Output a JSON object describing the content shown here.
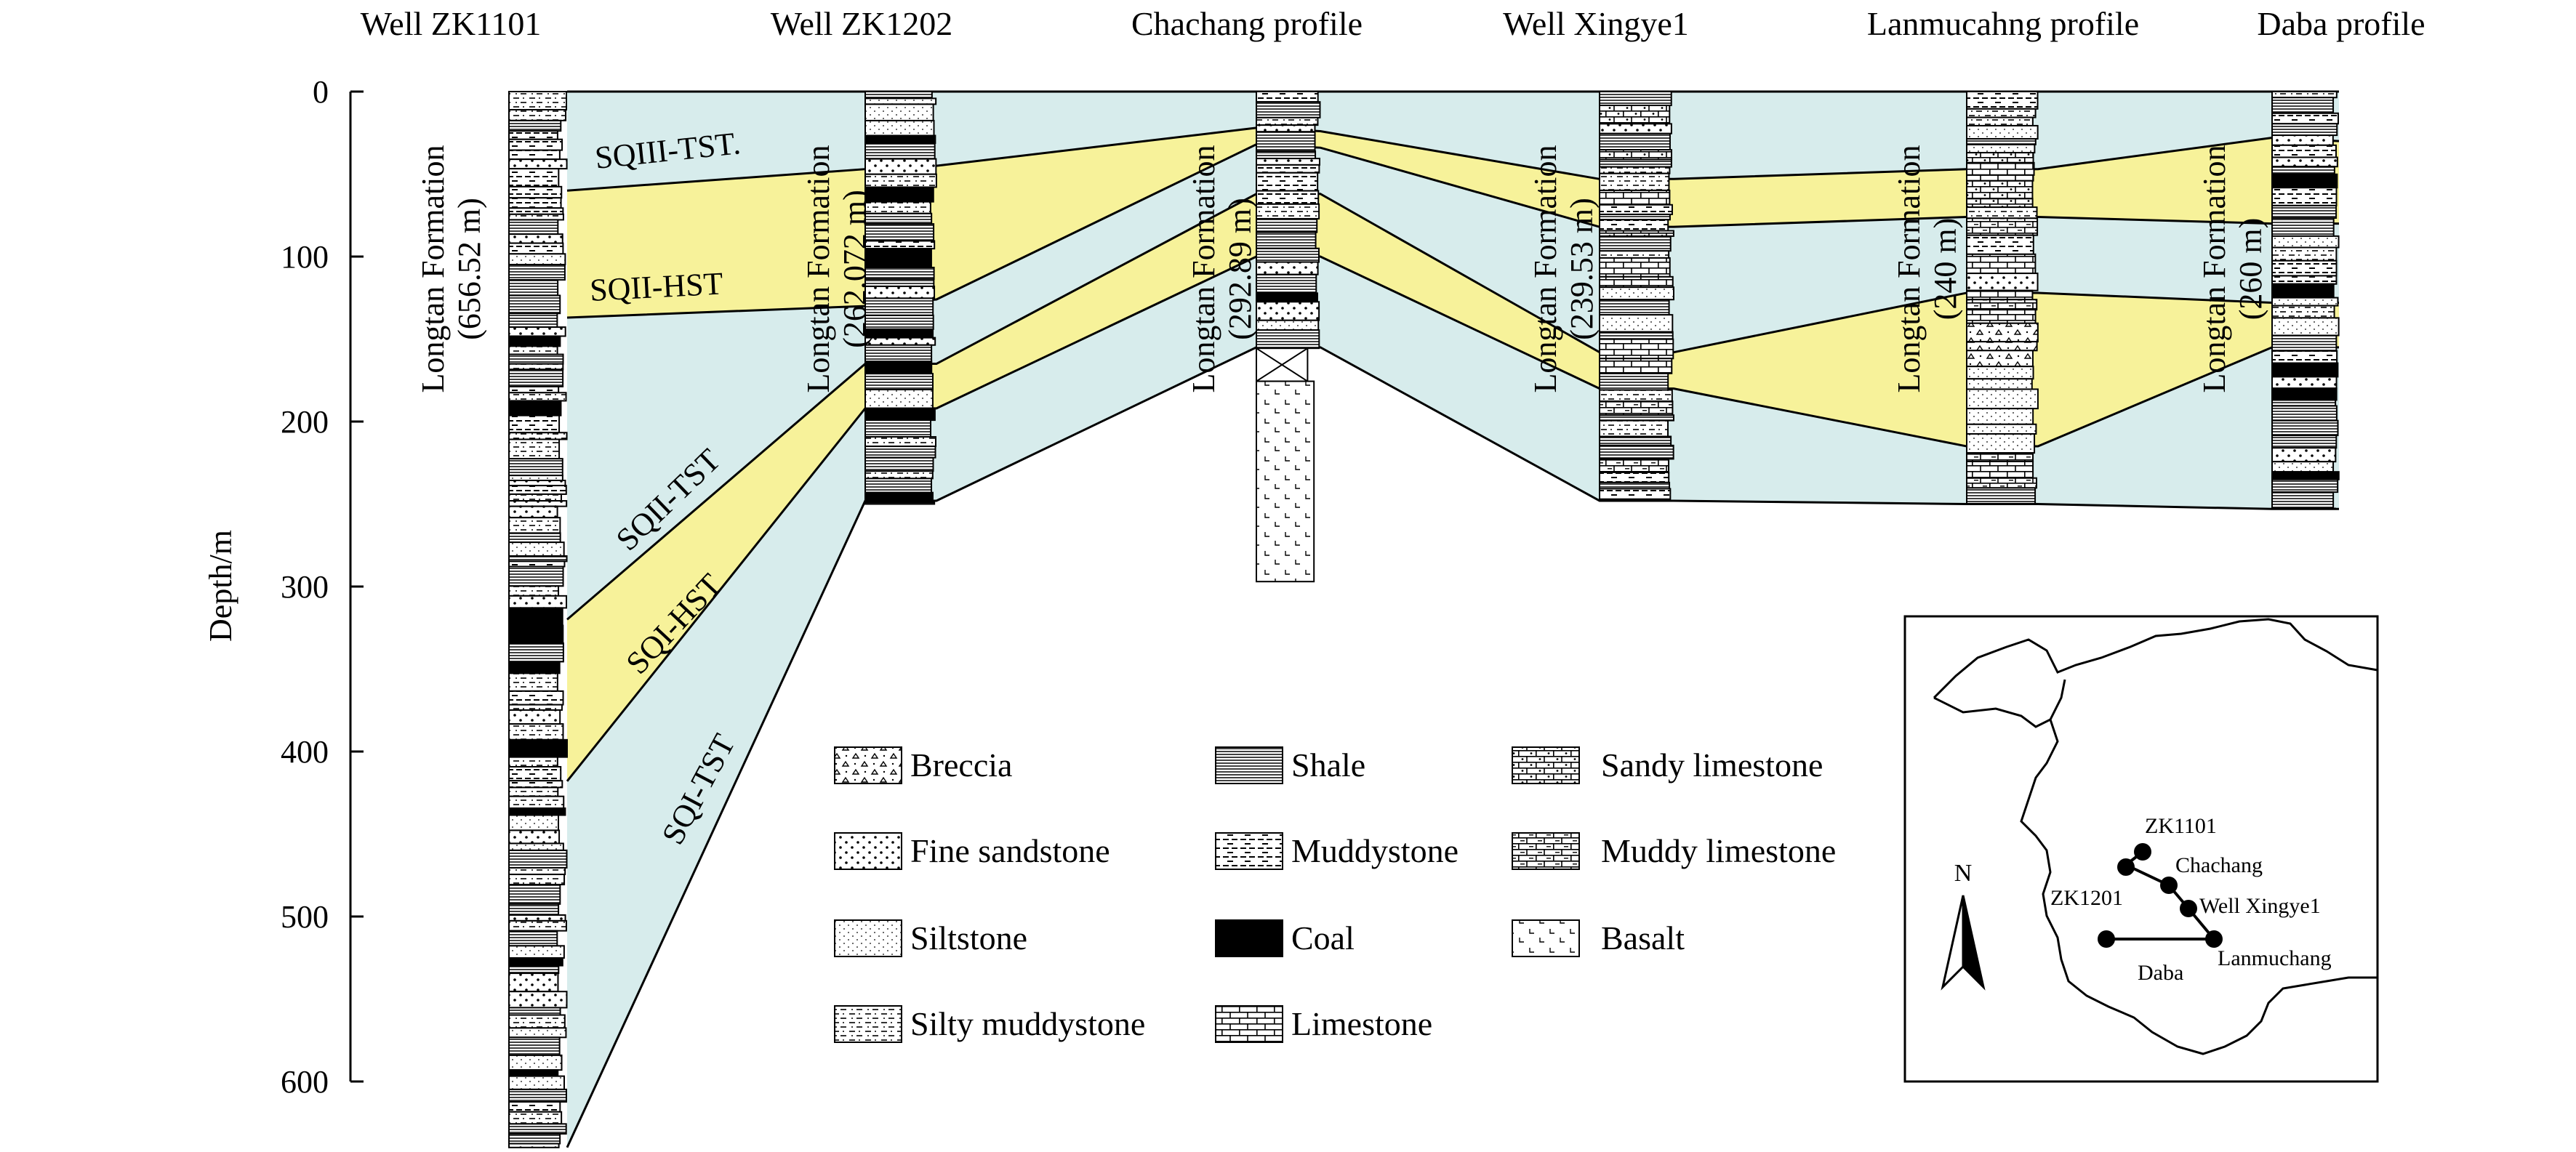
{
  "columns": [
    {
      "id": "zk1101",
      "title": "Well ZK1101",
      "formation": "Longtan Formation",
      "thickness": "(656.52 m)",
      "top_depth": 0,
      "bottom_depth": 640
    },
    {
      "id": "zk1202",
      "title": "Well ZK1202",
      "formation": "Longtan Formation",
      "thickness": "(262.072 m)",
      "top_depth": 0,
      "bottom_depth": 250
    },
    {
      "id": "chachang",
      "title": "Chachang profile",
      "formation": "Longtan Formation",
      "thickness": "(292.89 m)",
      "top_depth": 0,
      "bottom_depth": 297
    },
    {
      "id": "xingye1",
      "title": "Well Xingye1",
      "formation": "Longtan Formation",
      "thickness": "(239.53 m)",
      "top_depth": 0,
      "bottom_depth": 247
    },
    {
      "id": "lanmuchang",
      "title": "Lanmucahng profile",
      "formation": "Longtan Formation",
      "thickness": "(240 m)",
      "top_depth": 0,
      "bottom_depth": 250
    },
    {
      "id": "daba",
      "title": "Daba profile",
      "formation": "Longtan Formation",
      "thickness": "(260 m)",
      "top_depth": 0,
      "bottom_depth": 253
    }
  ],
  "depth_axis": {
    "label": "Depth/m",
    "min": 0,
    "max": 600,
    "ticks": [
      "0",
      "100",
      "200",
      "300",
      "400",
      "500",
      "600"
    ]
  },
  "sequence_labels": [
    "SQIII-TST.",
    "SQII-HST",
    "SQII-TST",
    "SQI-HST",
    "SQI-TST"
  ],
  "sequence_colors": {
    "tst": "#d7ecec",
    "hst": "#f7f29a"
  },
  "legend": [
    {
      "label": "Breccia",
      "pattern": "breccia"
    },
    {
      "label": "Fine sandstone",
      "pattern": "fine-sandstone"
    },
    {
      "label": "Siltstone",
      "pattern": "siltstone"
    },
    {
      "label": "Silty muddystone",
      "pattern": "silty-muddystone"
    },
    {
      "label": "Shale",
      "pattern": "shale"
    },
    {
      "label": "Muddystone",
      "pattern": "muddystone"
    },
    {
      "label": "Coal",
      "pattern": "coal"
    },
    {
      "label": "Limestone",
      "pattern": "limestone"
    },
    {
      "label": "Sandy limestone",
      "pattern": "sandy-limestone"
    },
    {
      "label": "Muddy limestone",
      "pattern": "muddy-limestone"
    },
    {
      "label": "Basalt",
      "pattern": "basalt"
    }
  ],
  "inset_map": {
    "north": "N",
    "sites": [
      "ZK1101",
      "Chachang",
      "ZK1201",
      "Well Xingye1",
      "Daba",
      "Lanmuchang"
    ]
  }
}
